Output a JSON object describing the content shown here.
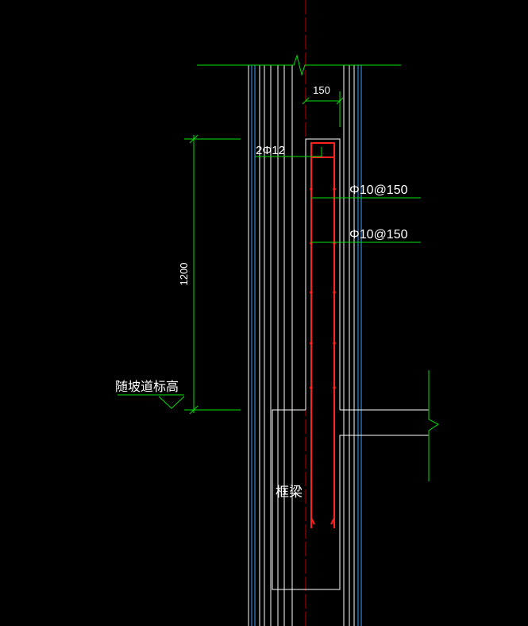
{
  "drawing": {
    "dim_width_label": "150",
    "dim_height_label": "1200",
    "top_bar_label": "2Φ12",
    "stirrup_label_1": "Φ10@150",
    "stirrup_label_2": "Φ10@150",
    "elevation_label": "随坡道标高",
    "beam_label": "框梁"
  },
  "colors": {
    "background": "#000000",
    "outline": "#ffffff",
    "rebar": "#ff2020",
    "dimension": "#00e000",
    "leader": "#00e000",
    "axis": "#c00000",
    "wall_lines": "#ffffff",
    "wall_lines_blue": "#3fa0ff"
  }
}
